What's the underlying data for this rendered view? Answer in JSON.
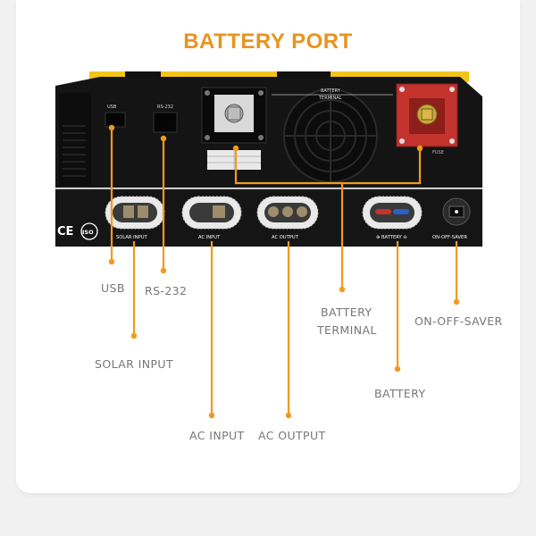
{
  "title": "BATTERY PORT",
  "colors": {
    "accent": "#f29a1f",
    "title": "#e8941f",
    "device_body": "#141414",
    "device_top": "#f2c419",
    "red_terminal": "#c4332e",
    "label": "#777777"
  },
  "device_labels": {
    "usb": "USB",
    "rs232": "RS-232",
    "battery_terminal_line1": "BATTERY",
    "battery_terminal_line2": "TERMINAL",
    "fuse": "FUSE",
    "solar_input": "SOLAR INPUT",
    "ac_input": "AC INPUT",
    "ac_output": "AC OUTPUT",
    "battery": "⊕ BATTERY ⊖",
    "on_off_saver": "ON-OFF-SAVER",
    "ce_mark": "CE",
    "iso_mark": "ISO"
  },
  "callouts": {
    "usb": "USB",
    "rs232": "RS-232",
    "solar_input": "SOLAR INPUT",
    "battery_terminal_line1": "BATTERY",
    "battery_terminal_line2": "TERMINAL",
    "on_off_saver": "ON-OFF-SAVER",
    "battery": "BATTERY",
    "ac_input": "AC INPUT",
    "ac_output": "AC OUTPUT"
  }
}
